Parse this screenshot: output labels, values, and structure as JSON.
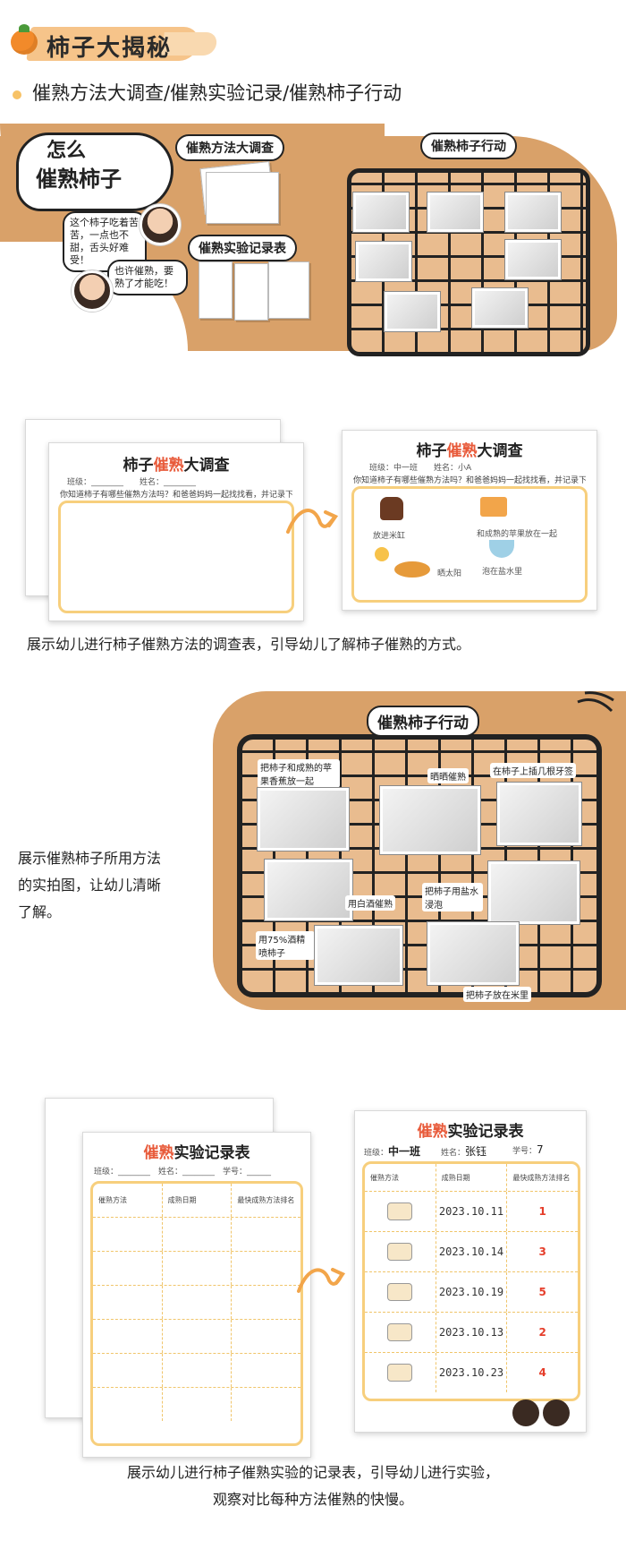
{
  "header": {
    "title": "柿子大揭秘",
    "subtitle": "催熟方法大调查/催熟实验记录/催熟柿子行动"
  },
  "collage": {
    "cloud_line1": "怎么",
    "cloud_line2": "催熟柿子",
    "bubble1": "这个柿子吃着苦苦，一点也不甜，舌头好难受！",
    "bubble2": "也许催熟，要熟了才能吃！",
    "mini_title_survey": "催熟方法大调查",
    "mini_title_record": "催熟实验记录表",
    "mini_title_action": "催熟柿子行动"
  },
  "action_board": {
    "title": "催熟柿子行动",
    "labels": [
      "把柿子和成熟的苹果香蕉放一起",
      "晒晒催熟",
      "在柿子上插几根牙签",
      "用白酒催熟",
      "把柿子用盐水浸泡",
      "用75%酒精喷柿子",
      "把柿子放在米里"
    ]
  },
  "survey_sheet": {
    "title_pre": "柿子",
    "title_hl": "催熟",
    "title_post": "大调查",
    "fields": "班级：________　　姓名：________",
    "fields_filled": "班级：中一班　　姓名：小A",
    "question": "你知道柿子有哪些催熟方法吗？和爸爸妈妈一起找找看，并记录下来吧！",
    "methods": [
      "放进米缸",
      "和成熟的苹果放在一起",
      "晒太阳",
      "泡在盐水里"
    ],
    "caption": "展示幼儿进行柿子催熟方法的调查表，引导幼儿了解柿子催熟的方式。"
  },
  "action_caption": {
    "line1": "展示催熟柿子所用方法",
    "line2": "的实拍图，让幼儿清晰",
    "line3": "了解。"
  },
  "record_sheet": {
    "title_hl": "催熟",
    "title_post": "实验记录表",
    "fields_blank": "班级：________　姓名：________　学号：______",
    "class_value": "中一班",
    "name_value": "张钰",
    "number_value": "7",
    "class_label": "班级：",
    "name_label": "姓名：",
    "number_label": "学号：",
    "headers": [
      "催熟方法",
      "成熟日期",
      "最快成熟方法排名"
    ],
    "rows": [
      {
        "date": "2023.10.11",
        "rank": "1"
      },
      {
        "date": "2023.10.14",
        "rank": "3"
      },
      {
        "date": "2023.10.19",
        "rank": "5"
      },
      {
        "date": "2023.10.13",
        "rank": "2"
      },
      {
        "date": "2023.10.23",
        "rank": "4"
      }
    ],
    "caption_line1": "展示幼儿进行柿子催熟实验的记录表，引导幼儿进行实验，",
    "caption_line2": "观察对比每种方法催熟的快慢。"
  },
  "colors": {
    "accent_orange": "#f28a2a",
    "kraft": "#d9a169",
    "frame_yellow": "#f7cf7d",
    "rank_red": "#e53d2a"
  }
}
